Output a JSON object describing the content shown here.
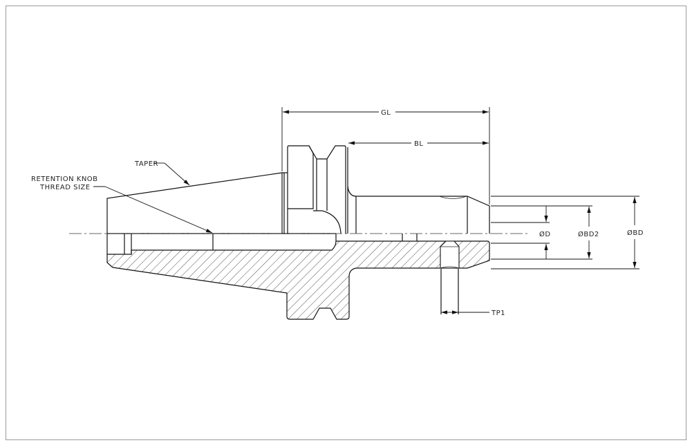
{
  "labels": {
    "taper": "TAPER",
    "retention_knob_line1": "RETENTION KNOB",
    "retention_knob_line2": "THREAD SIZE",
    "gl": "GL",
    "bl": "BL",
    "d": "ØD",
    "bd2": "ØBD2",
    "bd": "ØBD",
    "tp1": "TP1"
  },
  "colors": {
    "border": "#9a9a9a",
    "line": "#111111"
  }
}
